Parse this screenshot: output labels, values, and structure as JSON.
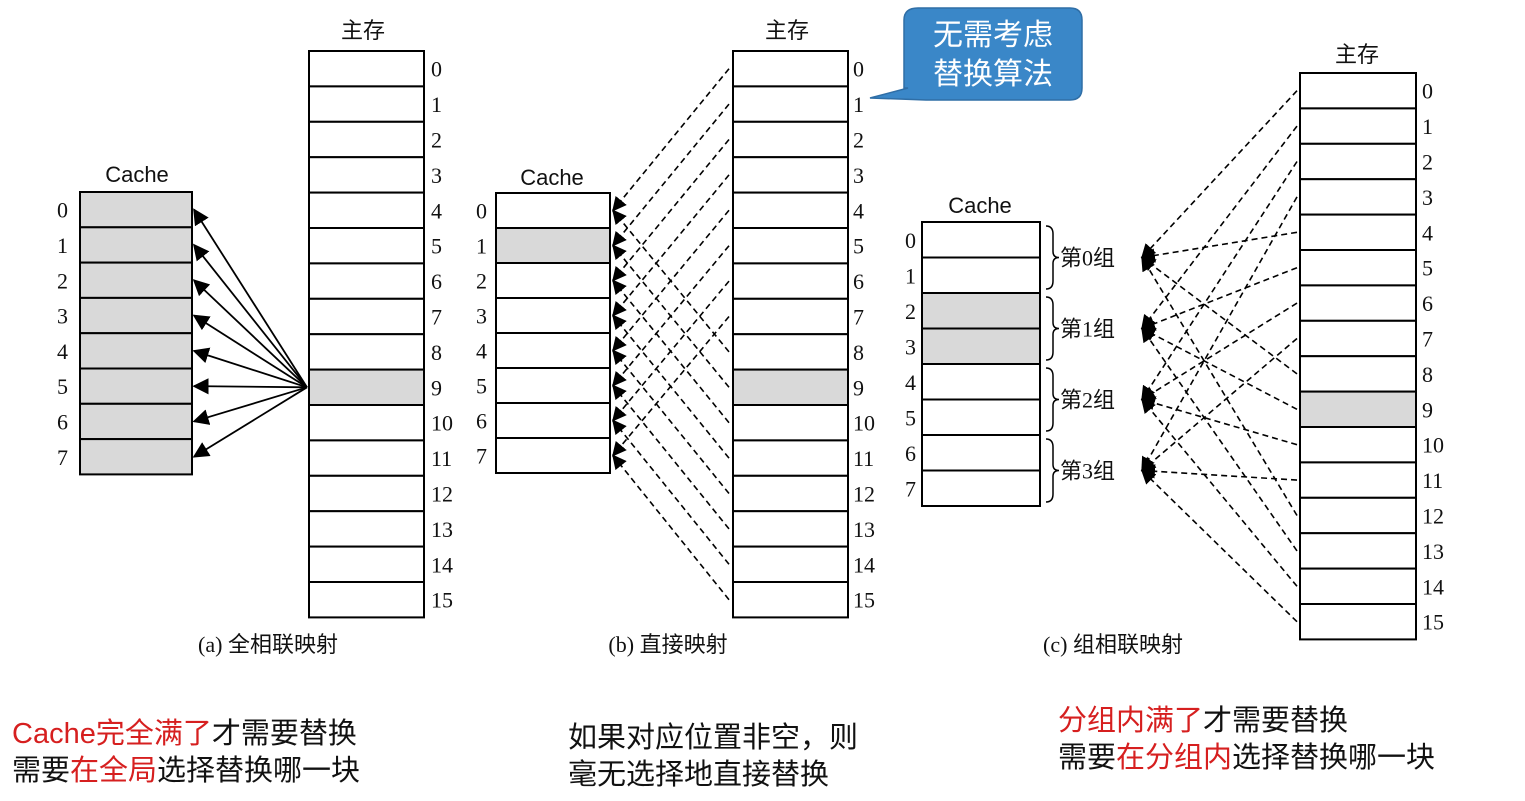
{
  "main_memory_label": "主存",
  "cache_label": "Cache",
  "memory_block_numbers": [
    "0",
    "1",
    "2",
    "3",
    "4",
    "5",
    "6",
    "7",
    "8",
    "9",
    "10",
    "11",
    "12",
    "13",
    "14",
    "15"
  ],
  "cache_line_numbers": [
    "0",
    "1",
    "2",
    "3",
    "4",
    "5",
    "6",
    "7"
  ],
  "diagrams": {
    "a": {
      "caption": "(a) 全相联映射",
      "highlighted_memory_block": "9",
      "highlighted_cache_lines": [
        "0",
        "1",
        "2",
        "3",
        "4",
        "5",
        "6",
        "7"
      ]
    },
    "b": {
      "caption": "(b) 直接映射",
      "highlighted_memory_block": "9",
      "highlighted_cache_lines": [
        "1"
      ]
    },
    "c": {
      "caption": "(c) 组相联映射",
      "highlighted_memory_block": "9",
      "highlighted_cache_lines": [
        "2",
        "3"
      ],
      "groups": [
        "第0组",
        "第1组",
        "第2组",
        "第3组"
      ]
    }
  },
  "callout": {
    "line1": "无需考虑",
    "line2": "替换算法",
    "fill": "#3a87c8"
  },
  "notes": {
    "a": {
      "l1_red": "Cache完全满了",
      "l1_rest": "才需要替换",
      "l2_start": "需要",
      "l2_red": "在全局",
      "l2_rest": "选择替换哪一块"
    },
    "b": {
      "l1": "如果对应位置非空，则",
      "l2": "毫无选择地直接替换"
    },
    "c": {
      "l1_red": "分组内满了",
      "l1_rest": "才需要替换",
      "l2_start": "需要",
      "l2_red": "在分组内",
      "l2_rest": "选择替换哪一块"
    }
  },
  "colors": {
    "highlight": "#d9d9d9",
    "emphasis": "#d61f1f",
    "callout": "#3a87c8"
  }
}
